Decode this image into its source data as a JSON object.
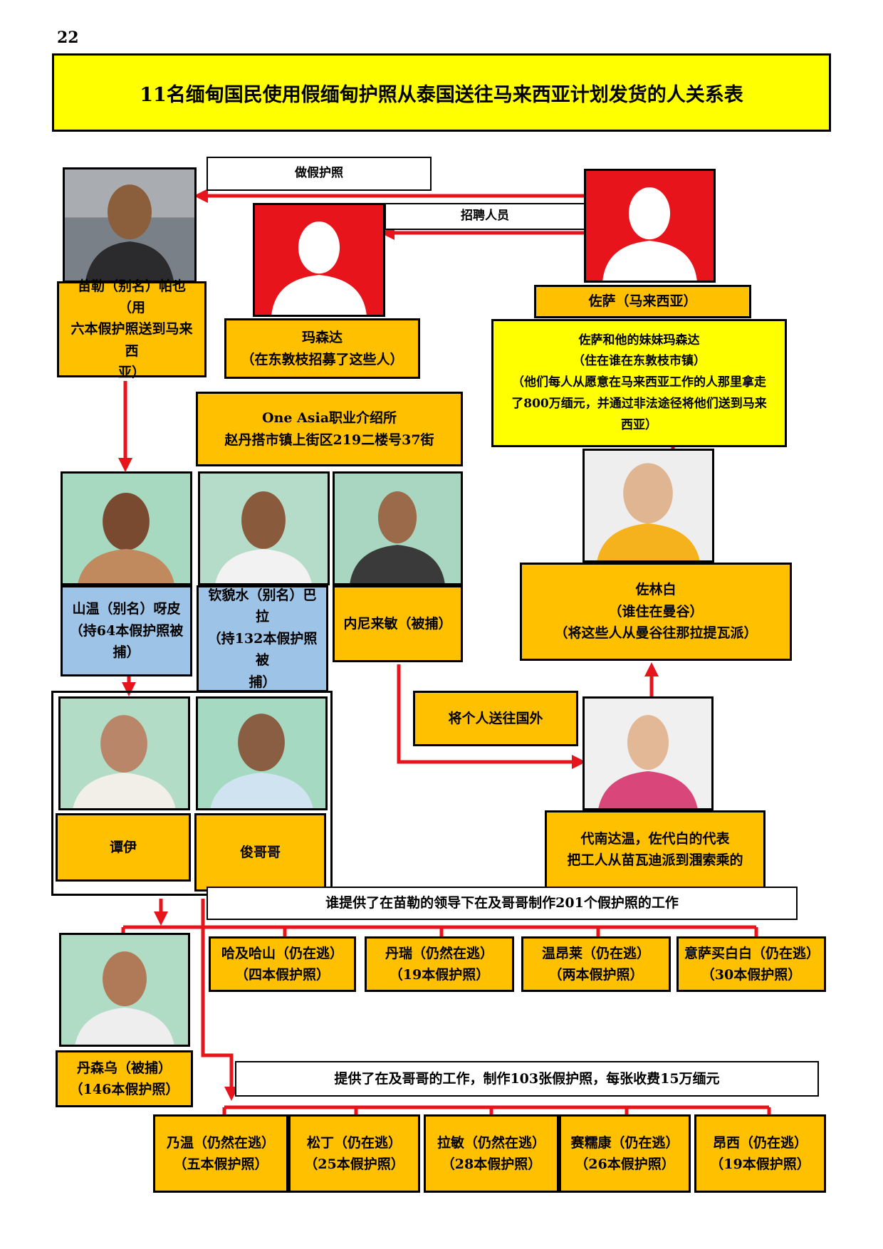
{
  "page_number": "22",
  "title": "11名缅甸国民使用假缅甸护照从泰国送往马来西亚计划发货的人关系表",
  "colors": {
    "orange": "#FFC000",
    "yellow": "#FFFF00",
    "blue": "#9DC3E6",
    "arrow": "#E8141B",
    "silhouette_bg": "#E8141B"
  },
  "labels": {
    "fake_passport": "做假护照",
    "recruit": "招聘人员",
    "send_abroad": "将个人送往国外"
  },
  "nodes": {
    "miaole": [
      "苗勒（别名）帕也（用",
      "六本假护照送到马来西",
      "亚）"
    ],
    "masenda": [
      "玛森达",
      "（在东敦枝招募了这些人）"
    ],
    "zuosa": [
      "佐萨（马来西亚）"
    ],
    "zuosa_sister": [
      "佐萨和他的妹妹玛森达",
      "（住在谁在东敦枝市镇）",
      "（他们每人从愿意在马来西亚工作的人那里拿走",
      "了800万缅元，并通过非法途径将他们送到马来",
      "西亚）"
    ],
    "agency": [
      "One Asia职业介绍所",
      "赵丹搭市镇上街区219二楼号37街"
    ],
    "shanwen": [
      "山温（别名）呀皮",
      "（持64本假护照被",
      "捕）"
    ],
    "qinmaoshui": [
      "钦貌水（别名）巴",
      "拉",
      "（持132本假护照被",
      "捕）"
    ],
    "neini": [
      "内尼来敏（被捕）"
    ],
    "zuolinbai": [
      "佐林白",
      "（谁住在曼谷）",
      "（将这些人从曼谷往那拉提瓦派）"
    ],
    "tanyi": [
      "谭伊"
    ],
    "jungege": [
      "俊哥哥"
    ],
    "dainanda": [
      "代南达温，佐代白的代表",
      "把工人从苗瓦迪派到涠索乘的"
    ],
    "dansenwu": [
      "丹森乌（被捕）",
      "（146本假护照）"
    ]
  },
  "banner1": "谁提供了在苗勒的领导下在及哥哥制作201个假护照的工作",
  "row1": [
    [
      "哈及哈山（仍在逃）",
      "（四本假护照）"
    ],
    [
      "丹瑞（仍然在逃）",
      "（19本假护照）"
    ],
    [
      "温昂莱（仍在逃）",
      "（两本假护照）"
    ],
    [
      "意萨买白白（仍在逃）",
      "（30本假护照）"
    ]
  ],
  "banner2": "提供了在及哥哥的工作，制作103张假护照，每张收费15万缅元",
  "row2": [
    [
      "乃温（仍然在逃）",
      "（五本假护照）"
    ],
    [
      "松丁（仍在逃）",
      "（25本假护照）"
    ],
    [
      "拉敏（仍然在逃）",
      "（28本假护照）"
    ],
    [
      "赛糯康（仍在逃）",
      "（26本假护照）"
    ],
    [
      "昂西（仍在逃）",
      "（19本假护照）"
    ]
  ]
}
